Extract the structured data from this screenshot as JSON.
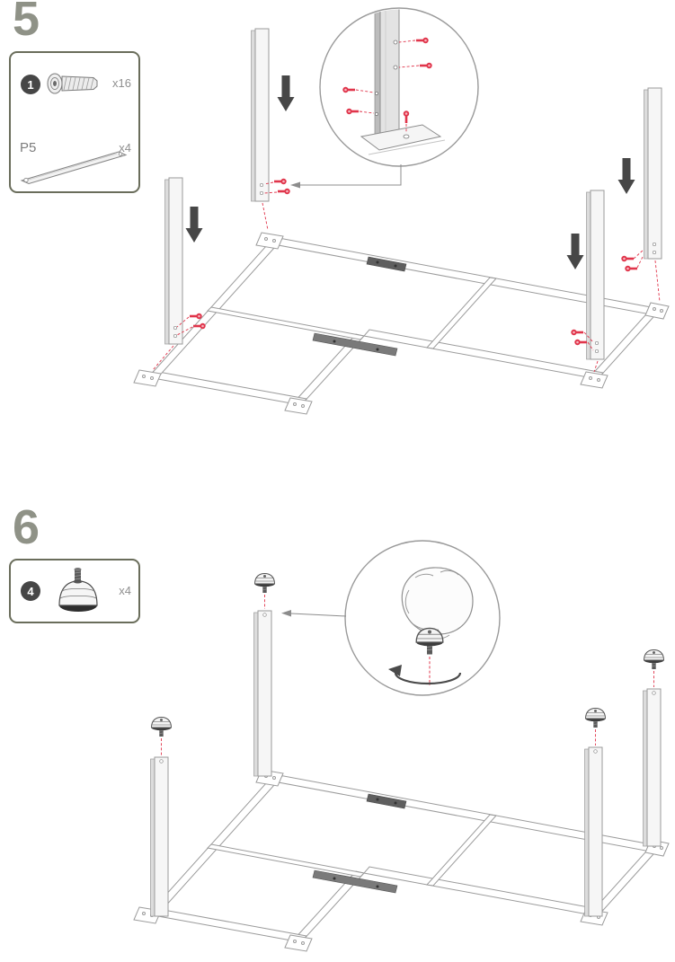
{
  "steps": [
    {
      "number": "5",
      "parts_box": {
        "rows": [
          {
            "badge": "1",
            "part": "bolt-screw",
            "qty": "x16"
          },
          {
            "label": "P5",
            "part": "support-rail",
            "qty": "x4"
          }
        ]
      }
    },
    {
      "number": "6",
      "parts_box": {
        "rows": [
          {
            "badge": "4",
            "part": "leveling-foot",
            "qty": "x4"
          }
        ]
      }
    }
  ],
  "colors": {
    "screw_red": "#e0354b",
    "box_border": "#6a6d5b",
    "step_number": "#8f9287",
    "line_art": "#9b9b9b",
    "arrow": "#474747"
  }
}
